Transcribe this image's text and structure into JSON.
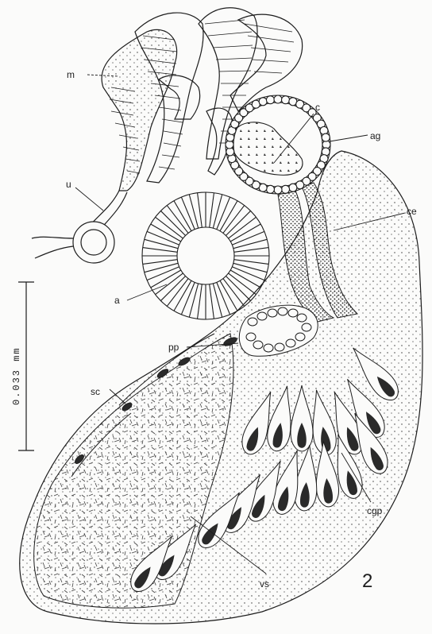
{
  "figure": {
    "number": "2",
    "labels": {
      "m": "m",
      "c": "c",
      "ag": "ag",
      "u": "u",
      "ce": "ce",
      "a": "a",
      "pp": "pp",
      "sc": "sc",
      "cgp": "cgp",
      "vs": "vs"
    },
    "scale_bar": "0.033 mm"
  },
  "colors": {
    "ink": "#1d1d1d",
    "paper": "#fbfbfa",
    "fill": "#2a2a2a"
  }
}
